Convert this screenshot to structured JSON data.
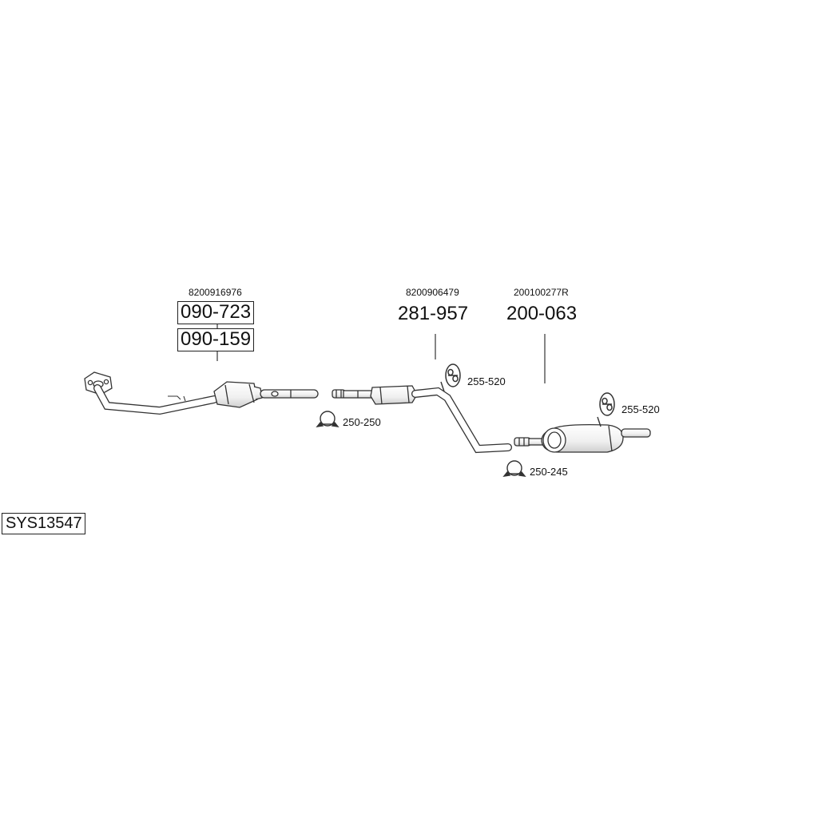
{
  "system": {
    "code": "SYS13547"
  },
  "groups": {
    "front": {
      "oe_number": "8200916976",
      "parts": [
        "090-723",
        "090-159"
      ]
    },
    "middle": {
      "oe_number": "8200906479",
      "part": "281-957"
    },
    "rear": {
      "oe_number": "200100277R",
      "part": "200-063"
    }
  },
  "accessories": {
    "clamp_front": "250-250",
    "hanger_middle": "255-520",
    "clamp_rear": "250-245",
    "hanger_rear": "255-520"
  },
  "colors": {
    "line": "#333333",
    "fill": "#ffffff",
    "shade": "#d9d9d9"
  },
  "icons": [
    "clamp-icon",
    "rubber-hanger-icon",
    "flange-icon"
  ]
}
